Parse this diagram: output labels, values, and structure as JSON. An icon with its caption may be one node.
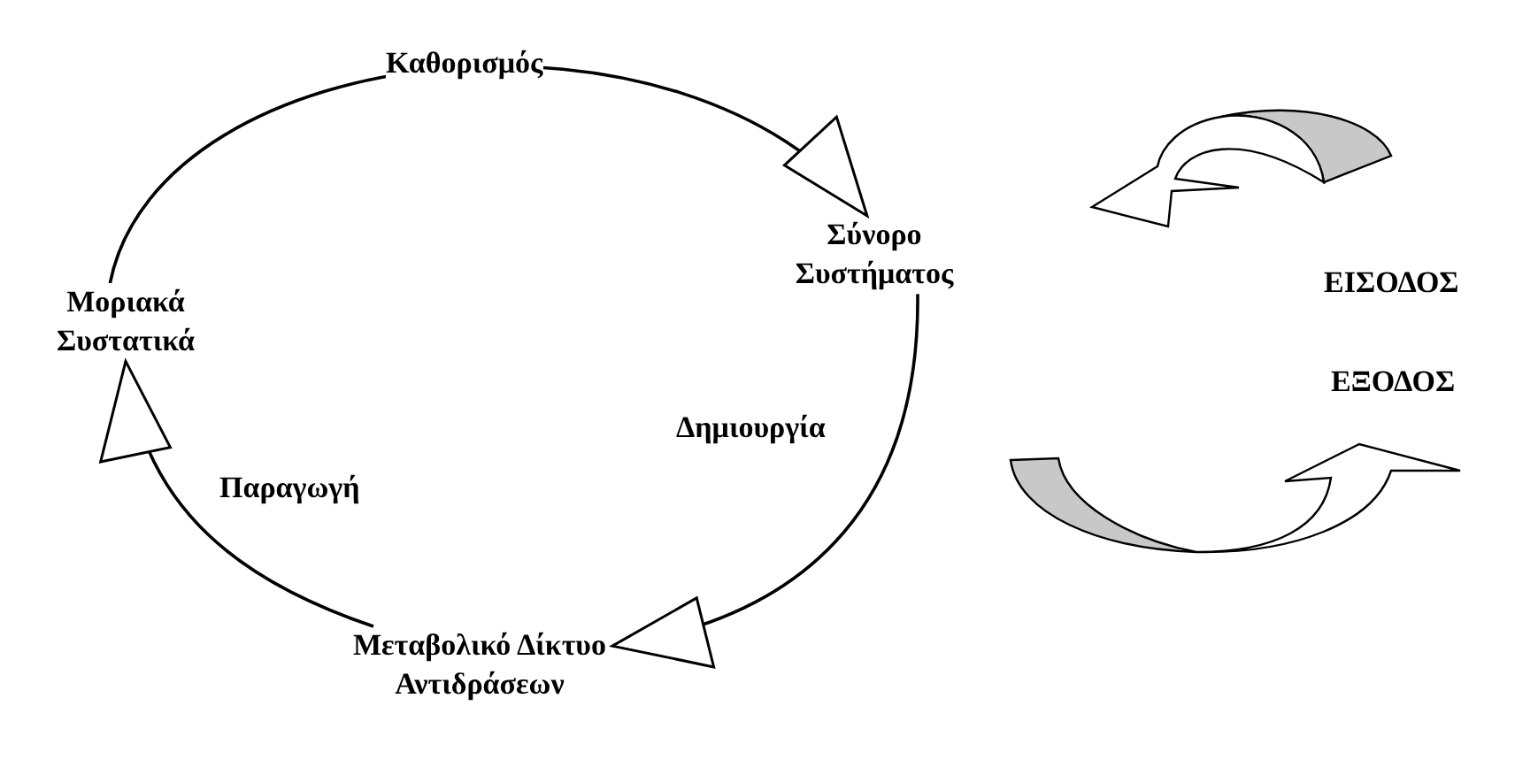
{
  "diagram": {
    "nodes": [
      {
        "text": [
          "Μοριακά Συστατικά"
        ]
      },
      {
        "text": [
          "Σύνορο Συστήματος"
        ]
      },
      {
        "text": [
          "Μεταβολικό Δίκτυο Αντιδράσεων"
        ]
      }
    ],
    "edges": [
      {
        "from": 0,
        "to": 1,
        "arrow": "to",
        "label": "Καθορισμός"
      },
      {
        "from": 1,
        "to": 2,
        "arrow": "to",
        "label": "Δημιουργία"
      },
      {
        "from": 2,
        "to": 0,
        "arrow": "to",
        "label": "Παραγωγή"
      }
    ],
    "labels": [
      "ΕΙΣΟΔΟΣ",
      "ΕΞΟΔΟΣ"
    ]
  }
}
